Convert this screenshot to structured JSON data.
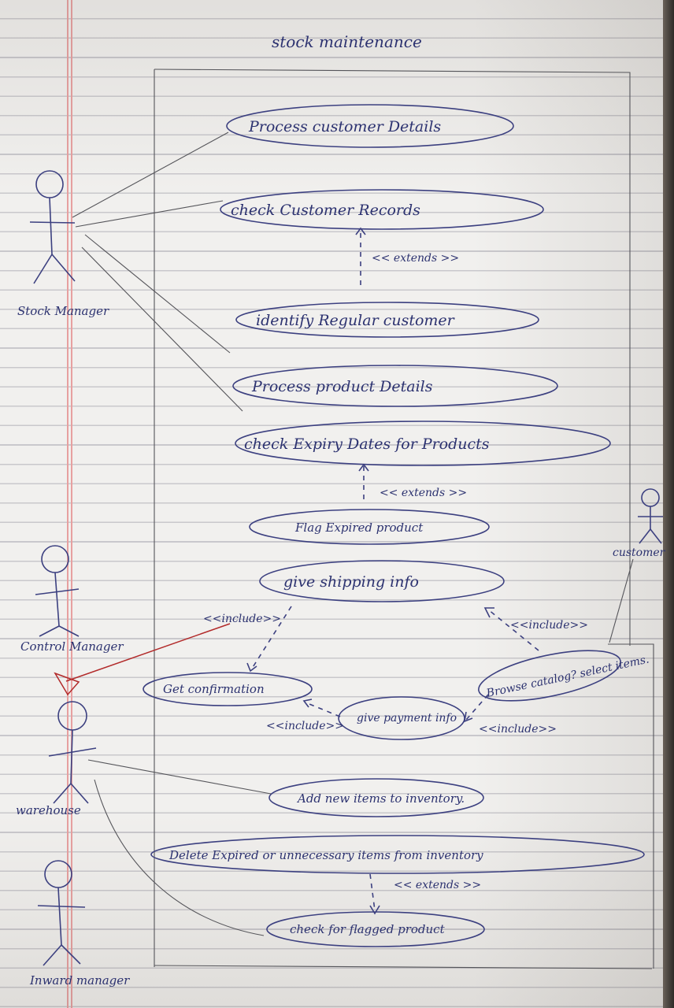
{
  "title": "stock maintenance",
  "actors": [
    {
      "id": "stock-manager",
      "label": "Stock Manager"
    },
    {
      "id": "control-manager",
      "label": "Control Manager"
    },
    {
      "id": "warehouse",
      "label": "warehouse"
    },
    {
      "id": "inward-manager",
      "label": "Inward manager"
    },
    {
      "id": "customer",
      "label": "customer"
    }
  ],
  "use_cases": [
    {
      "id": "process-customer-details",
      "label": "Process customer Details"
    },
    {
      "id": "check-customer-records",
      "label": "check Customer Records"
    },
    {
      "id": "identify-regular-customer",
      "label": "identify Regular customer"
    },
    {
      "id": "process-product-details",
      "label": "Process product Details"
    },
    {
      "id": "check-expiry-dates",
      "label": "check Expiry Dates for Products"
    },
    {
      "id": "flag-expired-product",
      "label": "Flag Expired product"
    },
    {
      "id": "give-shipping-info",
      "label": "give shipping info"
    },
    {
      "id": "get-confirmation",
      "label": "Get confirmation"
    },
    {
      "id": "give-payment-info",
      "label": "give payment info"
    },
    {
      "id": "browse-catalog",
      "label": "Browse catalog? select items."
    },
    {
      "id": "add-new-items",
      "label": "Add new items to inventory."
    },
    {
      "id": "delete-expired-items",
      "label": "Delete Expired or unnecessary items from inventory"
    },
    {
      "id": "check-flagged-product",
      "label": "check for flagged product"
    }
  ],
  "relations": {
    "extend1": "<< extends >>",
    "extend2": "<< extends >>",
    "include1": "<<include>>",
    "include2": "<<include>>",
    "include3": "<<include>>",
    "include4": "<<include>>",
    "extend3": "<< extends >>"
  },
  "colors": {
    "ink": "#2c3270",
    "pencil": "#55555a",
    "red_pen": "#b22a2a",
    "paper": "#f1f0ee"
  }
}
